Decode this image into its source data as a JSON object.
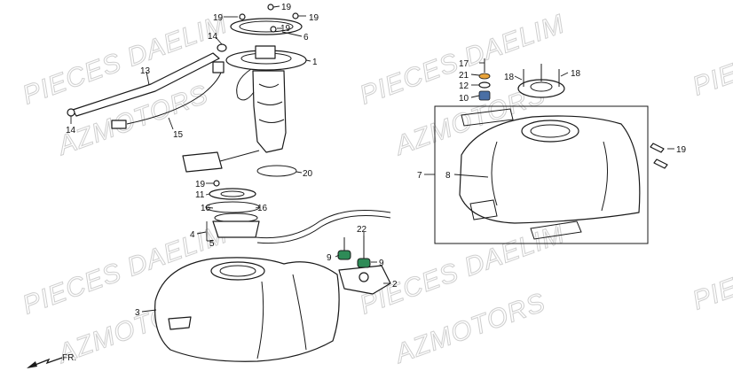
{
  "watermarks": [
    "PIECES DAELIM",
    "AZMOTORS",
    "PIECES DAELIM",
    "AZMOTORS",
    "PIECES DAELIM",
    "AZMOTORS",
    "PIECES DAELIM",
    "AZMOTORS",
    "PIE",
    "PIE"
  ],
  "callouts": [
    "19",
    "19",
    "19",
    "19",
    "6",
    "1",
    "14",
    "13",
    "14",
    "15",
    "20",
    "19",
    "11",
    "16",
    "16",
    "4",
    "5",
    "3",
    "22",
    "9",
    "9",
    "2",
    "17",
    "21",
    "12",
    "10",
    "18",
    "18",
    "7",
    "8",
    "19"
  ],
  "direction_label": "FR.",
  "colors": {
    "line": "#1a1a1a",
    "watermark": "#cfcfcf",
    "washer_green": "#2e8b57",
    "gasket_blue": "#4a6fa5",
    "gasket_orange": "#e8a33a"
  }
}
